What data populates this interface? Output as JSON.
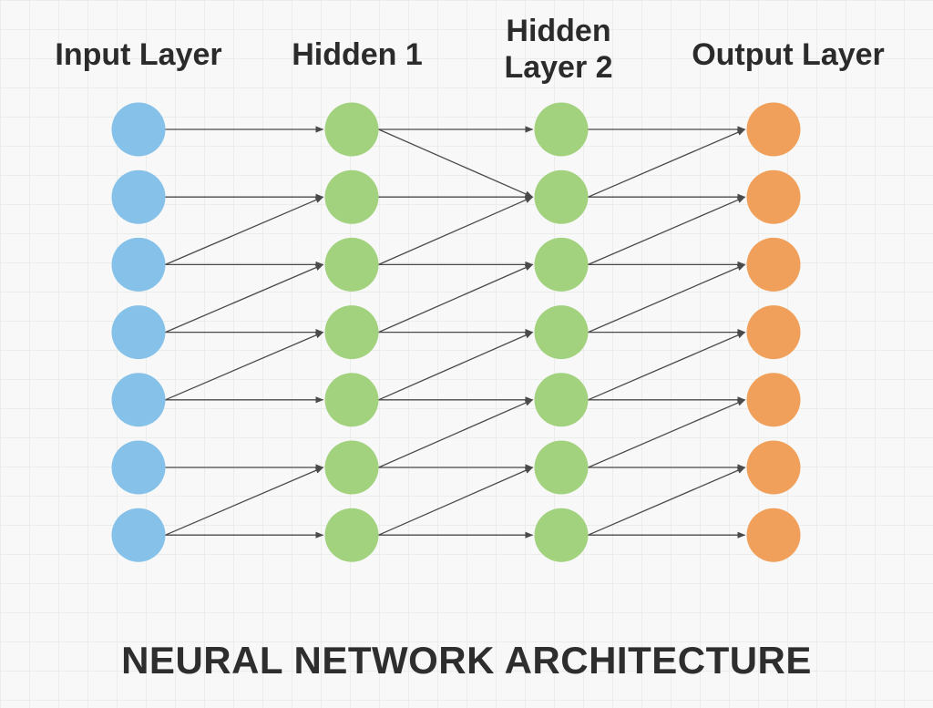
{
  "layers": [
    {
      "title_lines": [
        "Input Layer"
      ],
      "node_count": 7,
      "color": "#85c1e9"
    },
    {
      "title_lines": [
        "Hidden 1"
      ],
      "node_count": 7,
      "color": "#a3d27f"
    },
    {
      "title_lines": [
        "Hidden",
        "Layer 2"
      ],
      "node_count": 7,
      "color": "#a3d27f"
    },
    {
      "title_lines": [
        "Output Layer"
      ],
      "node_count": 7,
      "color": "#f0a05a"
    }
  ],
  "connections": [
    {
      "from_layer": 0,
      "from_node": 0,
      "to_node": 0
    },
    {
      "from_layer": 0,
      "from_node": 1,
      "to_node": 1
    },
    {
      "from_layer": 0,
      "from_node": 2,
      "to_node": 1
    },
    {
      "from_layer": 0,
      "from_node": 2,
      "to_node": 2
    },
    {
      "from_layer": 0,
      "from_node": 3,
      "to_node": 2
    },
    {
      "from_layer": 0,
      "from_node": 3,
      "to_node": 3
    },
    {
      "from_layer": 0,
      "from_node": 4,
      "to_node": 3
    },
    {
      "from_layer": 0,
      "from_node": 4,
      "to_node": 4
    },
    {
      "from_layer": 0,
      "from_node": 5,
      "to_node": 5
    },
    {
      "from_layer": 0,
      "from_node": 6,
      "to_node": 5
    },
    {
      "from_layer": 0,
      "from_node": 6,
      "to_node": 6
    },
    {
      "from_layer": 1,
      "from_node": 0,
      "to_node": 0
    },
    {
      "from_layer": 1,
      "from_node": 0,
      "to_node": 1
    },
    {
      "from_layer": 1,
      "from_node": 1,
      "to_node": 1
    },
    {
      "from_layer": 1,
      "from_node": 2,
      "to_node": 1
    },
    {
      "from_layer": 1,
      "from_node": 2,
      "to_node": 2
    },
    {
      "from_layer": 1,
      "from_node": 3,
      "to_node": 2
    },
    {
      "from_layer": 1,
      "from_node": 3,
      "to_node": 3
    },
    {
      "from_layer": 1,
      "from_node": 4,
      "to_node": 3
    },
    {
      "from_layer": 1,
      "from_node": 4,
      "to_node": 4
    },
    {
      "from_layer": 1,
      "from_node": 5,
      "to_node": 4
    },
    {
      "from_layer": 1,
      "from_node": 5,
      "to_node": 5
    },
    {
      "from_layer": 1,
      "from_node": 6,
      "to_node": 5
    },
    {
      "from_layer": 1,
      "from_node": 6,
      "to_node": 6
    },
    {
      "from_layer": 2,
      "from_node": 0,
      "to_node": 0
    },
    {
      "from_layer": 2,
      "from_node": 1,
      "to_node": 0
    },
    {
      "from_layer": 2,
      "from_node": 1,
      "to_node": 1
    },
    {
      "from_layer": 2,
      "from_node": 2,
      "to_node": 1
    },
    {
      "from_layer": 2,
      "from_node": 2,
      "to_node": 2
    },
    {
      "from_layer": 2,
      "from_node": 3,
      "to_node": 2
    },
    {
      "from_layer": 2,
      "from_node": 3,
      "to_node": 3
    },
    {
      "from_layer": 2,
      "from_node": 4,
      "to_node": 3
    },
    {
      "from_layer": 2,
      "from_node": 4,
      "to_node": 4
    },
    {
      "from_layer": 2,
      "from_node": 5,
      "to_node": 4
    },
    {
      "from_layer": 2,
      "from_node": 5,
      "to_node": 5
    },
    {
      "from_layer": 2,
      "from_node": 6,
      "to_node": 5
    },
    {
      "from_layer": 2,
      "from_node": 6,
      "to_node": 6
    }
  ],
  "footer": {
    "title": "NEURAL NETWORK ARCHITECTURE"
  },
  "style": {
    "edge_color": "#4a4a4a",
    "text_color": "#2b2b2b"
  }
}
